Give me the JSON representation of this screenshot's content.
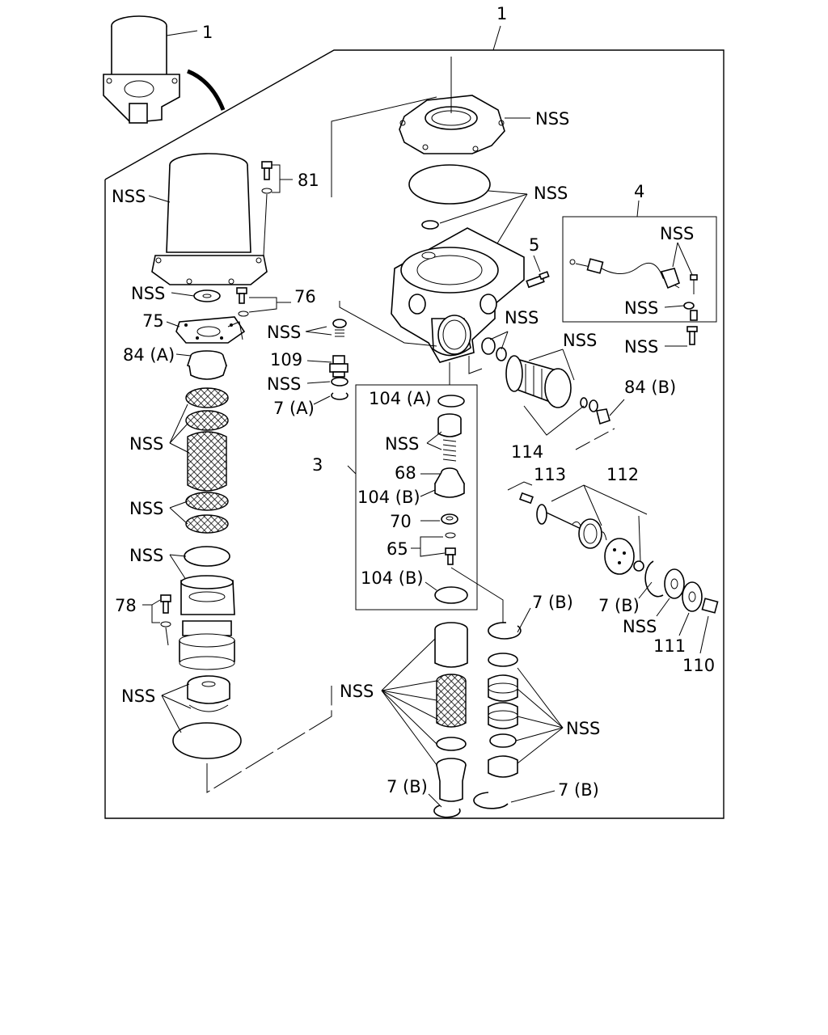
{
  "labels": {
    "top_assembly": "1",
    "frame_assembly": "1",
    "cover_bolt": "81",
    "canister_nss": "NSS",
    "washer_nss": "NSS",
    "bolt_76": "76",
    "plate_75": "75",
    "gasket_84a": "84 (A)",
    "filter_nss": "NSS",
    "mesh_nss": "NSS",
    "oring_nss_left": "NSS",
    "bolt_78": "78",
    "bottom_nss_left": "NSS",
    "top_cover_nss": "NSS",
    "orings_nss": "NSS",
    "fitting_5": "5",
    "valve_nss_a": "NSS",
    "plug_109": "109",
    "valve_nss_b": "NSS",
    "snap_7a": "7 (A)",
    "oring_104a": "104 (A)",
    "spring_nss": "NSS",
    "kit_3": "3",
    "piston_68": "68",
    "seal_104b": "104 (B)",
    "nut_70": "70",
    "screw_65": "65",
    "oring_104b_2": "104 (B)",
    "heater_4": "4",
    "heater_nss_1": "NSS",
    "heater_nss_2": "NSS",
    "heater_nss_3": "NSS",
    "outlet_nss": "NSS",
    "check_nss": "NSS",
    "kit_114": "114",
    "gasket_84b": "84 (B)",
    "pin_113": "113",
    "spring_112": "112",
    "snap_7b_right": "7 (B)",
    "washer_nss_right": "NSS",
    "washer_111": "111",
    "plug_110": "110",
    "snap_7b_mid": "7 (B)",
    "stack_nss_left": "NSS",
    "stack_nss_right": "NSS",
    "snap_7b_bottom_left": "7 (B)",
    "snap_7b_bottom_right": "7 (B)"
  }
}
